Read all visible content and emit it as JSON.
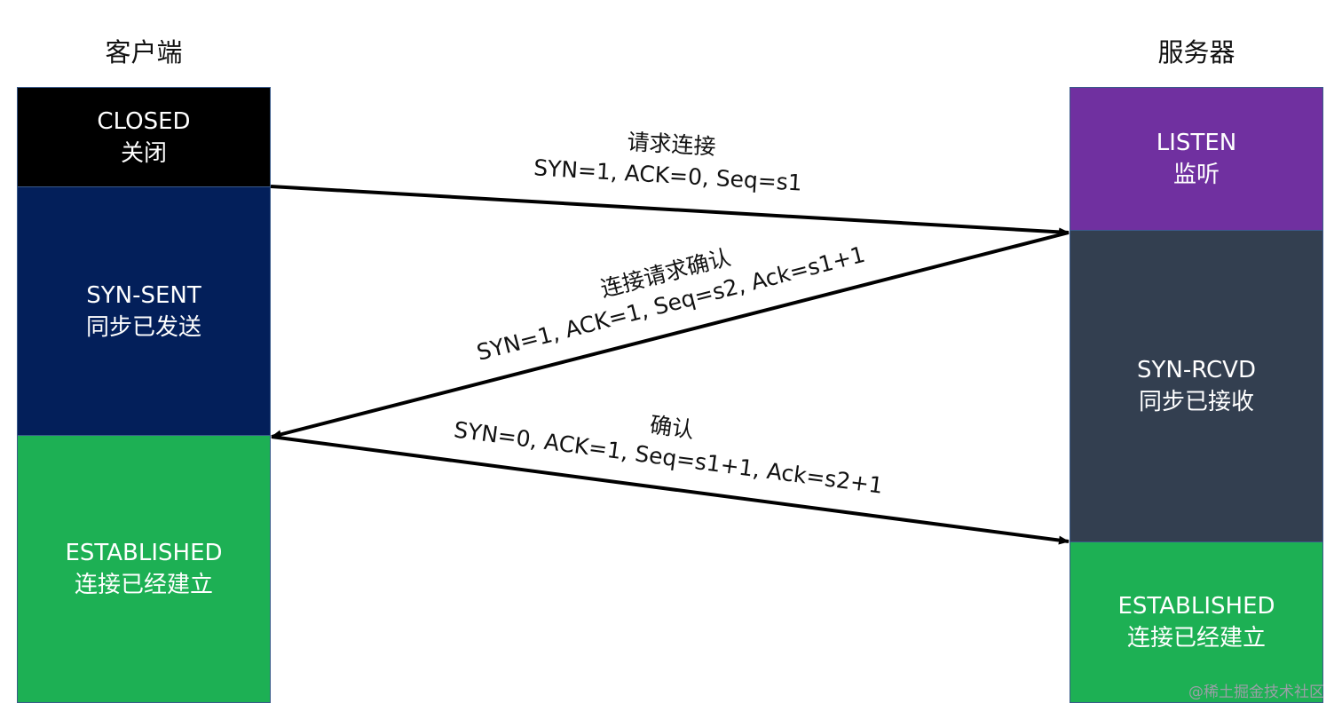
{
  "client": {
    "title": "客户端",
    "states": [
      {
        "line1": "CLOSED",
        "line2": "关闭",
        "color": "#000000"
      },
      {
        "line1": "SYN-SENT",
        "line2": "同步已发送",
        "color": "#031f5a"
      },
      {
        "line1": "ESTABLISHED",
        "line2": "连接已经建立",
        "color": "#1db054"
      }
    ]
  },
  "server": {
    "title": "服务器",
    "states": [
      {
        "line1": "LISTEN",
        "line2": "监听",
        "color": "#7030a0"
      },
      {
        "line1": "SYN-RCVD",
        "line2": "同步已接收",
        "color": "#333f50"
      },
      {
        "line1": "ESTABLISHED",
        "line2": "连接已经建立",
        "color": "#1db054"
      }
    ]
  },
  "messages": [
    {
      "title": "请求连接",
      "detail": "SYN=1, ACK=0, Seq=s1"
    },
    {
      "title": "连接请求确认",
      "detail": "SYN=1, ACK=1, Seq=s2, Ack=s1+1"
    },
    {
      "title": "确认",
      "detail": "SYN=0, ACK=1, Seq=s1+1, Ack=s2+1"
    }
  ],
  "watermark": "@稀土掘金技术社区"
}
